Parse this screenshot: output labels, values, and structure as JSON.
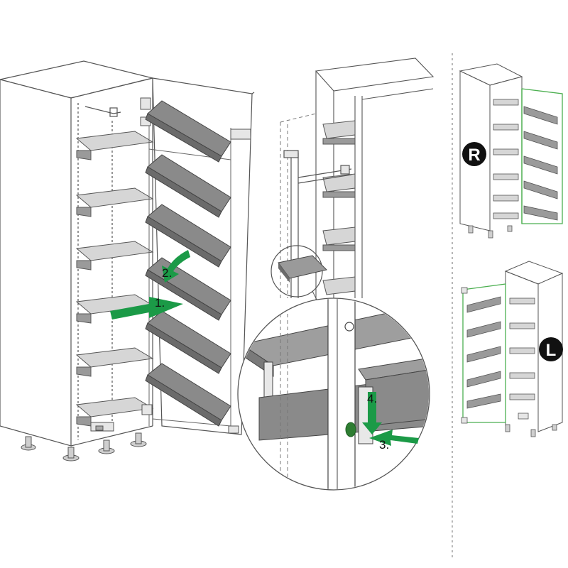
{
  "steps": [
    {
      "label": "1."
    },
    {
      "label": "2."
    },
    {
      "label": "3."
    },
    {
      "label": "4."
    }
  ],
  "variants": {
    "right": {
      "badge": "R"
    },
    "left": {
      "badge": "L"
    }
  },
  "colors": {
    "arrow": "#1b9a47",
    "line": "#555555",
    "basket": "#8a8a8a",
    "basket_dark": "#6b6b6b",
    "badge_bg": "#111111",
    "outline_green": "#4caf50"
  }
}
